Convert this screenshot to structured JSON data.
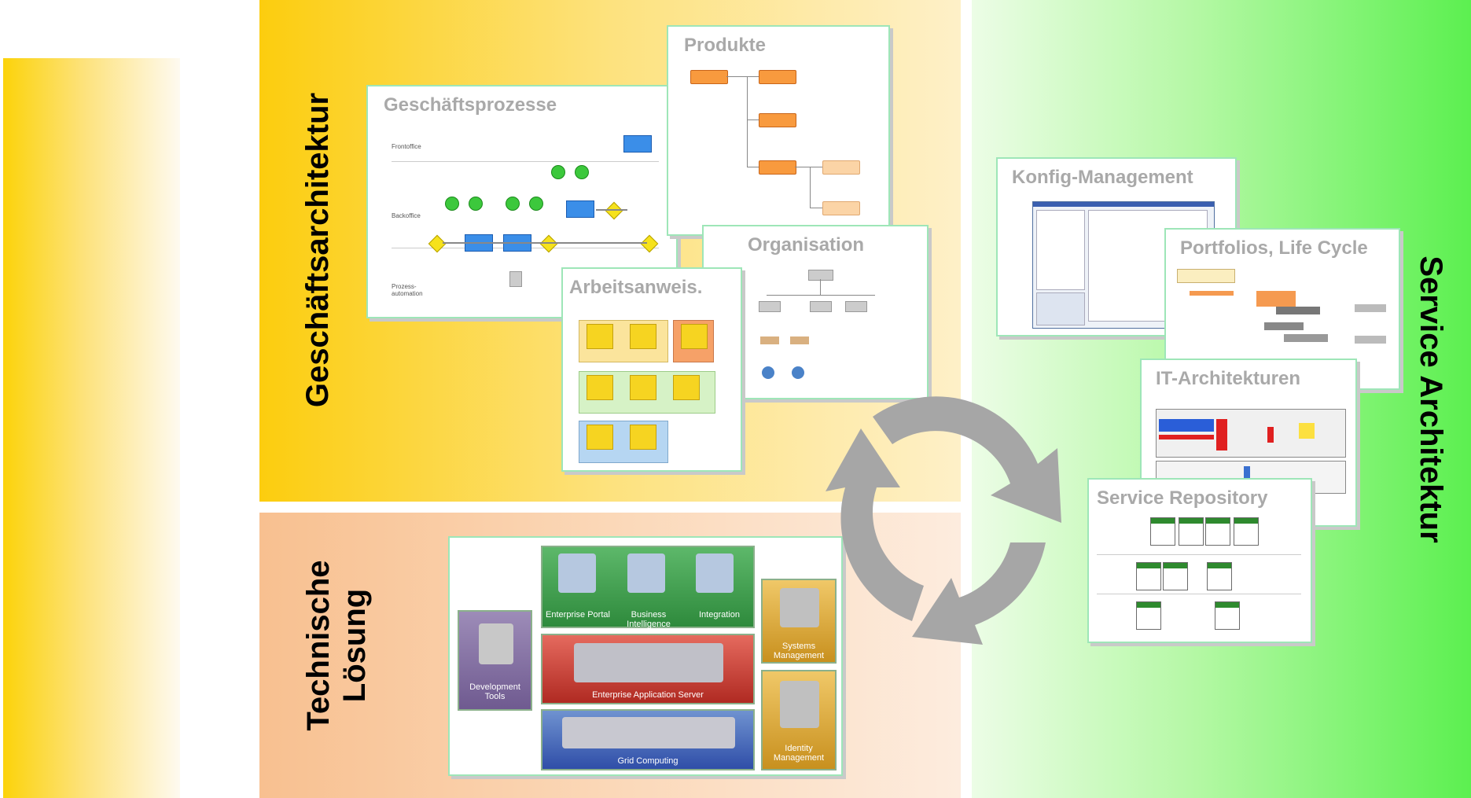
{
  "sections": {
    "business": {
      "label": "Geschäftsarchitektur",
      "color": "#fccd0e"
    },
    "technical": {
      "line1": "Technische",
      "line2": "Lösung",
      "color": "#f8c090"
    },
    "service": {
      "label": "Service Architektur",
      "color": "#5cf050"
    }
  },
  "cards": {
    "geschaeftsprozesse": {
      "title": "Geschäftsprozesse",
      "lanes": [
        "Frontoffice",
        "Backoffice",
        "Prozess-automation"
      ]
    },
    "produkte": {
      "title": "Produkte"
    },
    "arbeitsanweis": {
      "title": "Arbeitsanweis."
    },
    "organisation": {
      "title": "Organisation"
    },
    "konfig": {
      "title": "Konfig-Management"
    },
    "portfolios": {
      "title": "Portfolios, Life Cycle"
    },
    "it_architekturen": {
      "title": "IT-Architekturen"
    },
    "service_repository": {
      "title": "Service Repository"
    }
  },
  "tech_stack": {
    "top": [
      "Enterprise Portal",
      "Business Intelligence",
      "Integration"
    ],
    "middle": "Enterprise Application Server",
    "bottom": "Grid Computing",
    "left": "Development Tools",
    "right": [
      "Systems Management",
      "Identity Management"
    ]
  },
  "cycle_color": "#a6a6a6"
}
